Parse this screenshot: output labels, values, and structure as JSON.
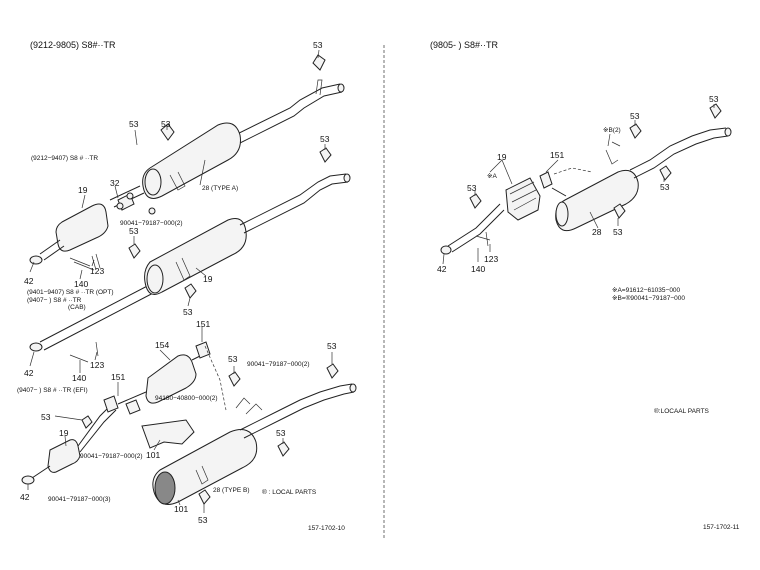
{
  "left": {
    "header": "(9212-9805) S8#··TR",
    "variants": {
      "v9212": "(9212−9407) S8 # ··TR",
      "v9401a": "(9401−9407) S8 # ··TR  (OPT)",
      "v9401b": "(9407−     ) S8 # ··TR",
      "cab": "(CAB)",
      "efi": "(9407−     ) S8 # ··TR (EFI)"
    },
    "parts": {
      "p53a": "53",
      "p53b": "53",
      "p53c": "53",
      "p53d": "53",
      "p53e": "53",
      "p53f": "53",
      "p53g": "53",
      "p53h": "53",
      "p53i": "53",
      "p53j": "53",
      "p19a": "19",
      "p19b": "19",
      "p19c": "19",
      "p32": "32",
      "p42a": "42",
      "p42b": "42",
      "p42c": "42",
      "p140a": "140",
      "p140b": "140",
      "p123a": "123",
      "p123b": "123",
      "p151a": "151",
      "p151b": "151",
      "p154": "154",
      "p101a": "101",
      "p101b": "101",
      "p28a": "28 (TYPE A)",
      "p28b": "28 (TYPE B)"
    },
    "refs": {
      "r1": "90041−79187−000(2)",
      "r2": "90041−79187−000(2)",
      "r3": "94180−40800−000(2)",
      "r4": "90041−79187−000(2)",
      "r5": "90041−79187−000(3)"
    },
    "note": "® : LOCAL PARTS",
    "figure_no": "157-1702-10"
  },
  "right": {
    "header": "(9805-      ) S8#··TR",
    "parts": {
      "p53a": "53",
      "p53b": "53",
      "p53c": "53",
      "p53d": "53",
      "p53e": "53",
      "p19": "19",
      "p151": "151",
      "p28": "28",
      "p42": "42",
      "p140": "140",
      "p123": "123",
      "pA": "※A",
      "pB": "※B(2)"
    },
    "refA": "※A=91612−61035−000",
    "refB": "※B=®90041−79187−000",
    "note": "®:LOCAAL PARTS",
    "figure_no": "157-1702-11"
  }
}
